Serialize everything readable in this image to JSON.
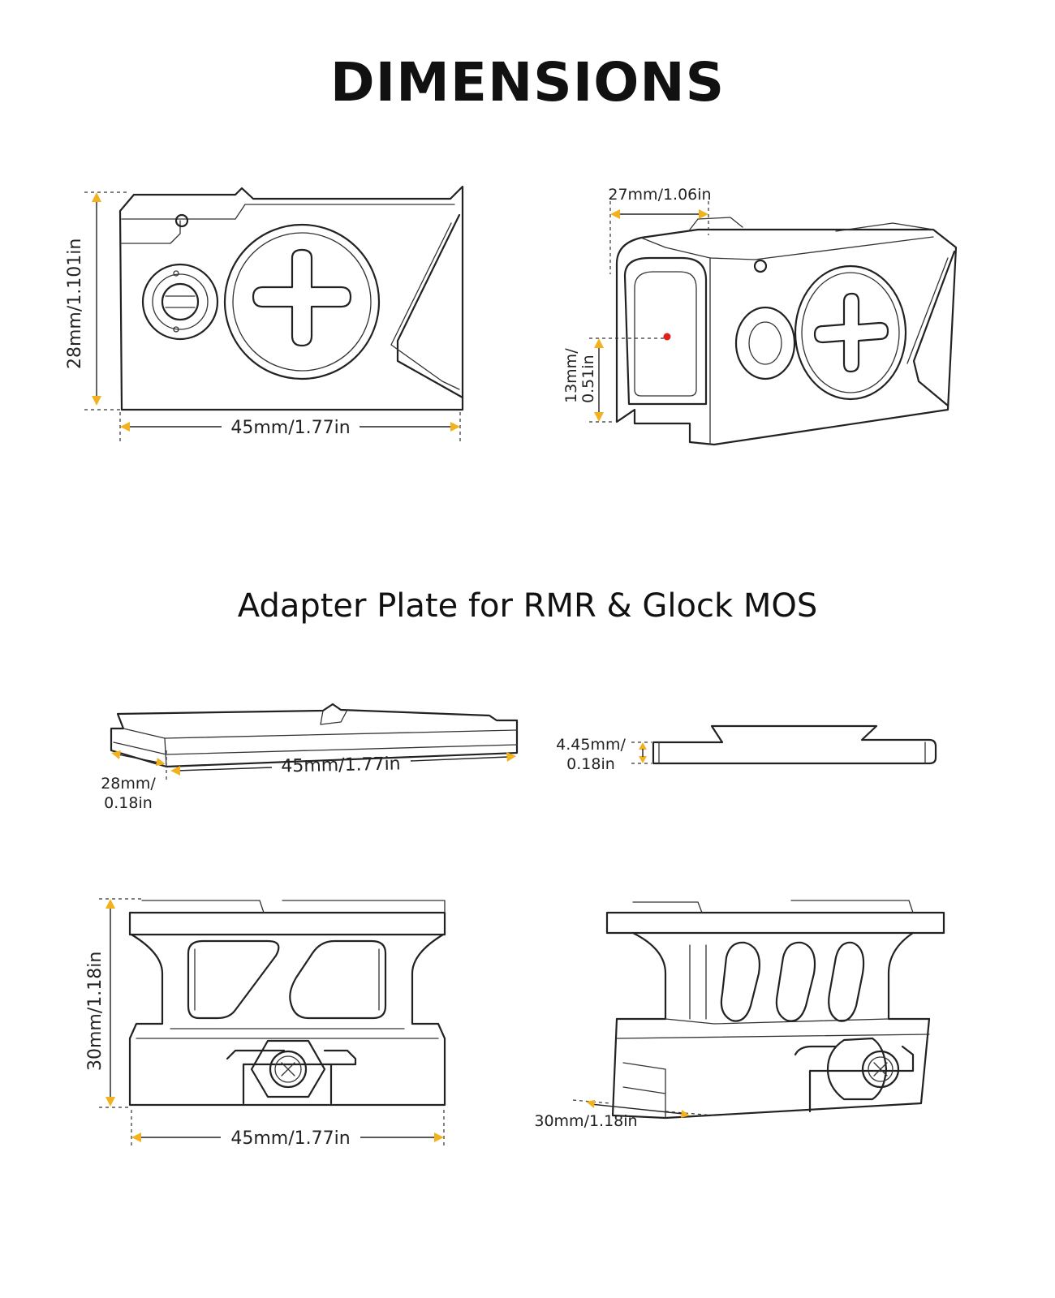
{
  "title": "DIMENSIONS",
  "section_title": "Adapter Plate for RMR & Glock MOS",
  "accent_color": "#f2b21e",
  "reticle_color": "#e0201c",
  "views": {
    "sight_side": {
      "height_label": "28mm/1.101in",
      "width_label": "45mm/1.77in"
    },
    "sight_iso": {
      "width_label": "27mm/1.06in",
      "height_label_1": "13mm/",
      "height_label_2": "0.51in"
    },
    "plate_top": {
      "width_label": "45mm/1.77in",
      "depth_label_1": "28mm/",
      "depth_label_2": "0.18in"
    },
    "plate_side": {
      "thickness_label_1": "4.45mm/",
      "thickness_label_2": "0.18in"
    },
    "mount_front": {
      "height_label": "30mm/1.18in",
      "width_label": "45mm/1.77in"
    },
    "mount_iso": {
      "depth_label": "30mm/1.18in"
    }
  }
}
